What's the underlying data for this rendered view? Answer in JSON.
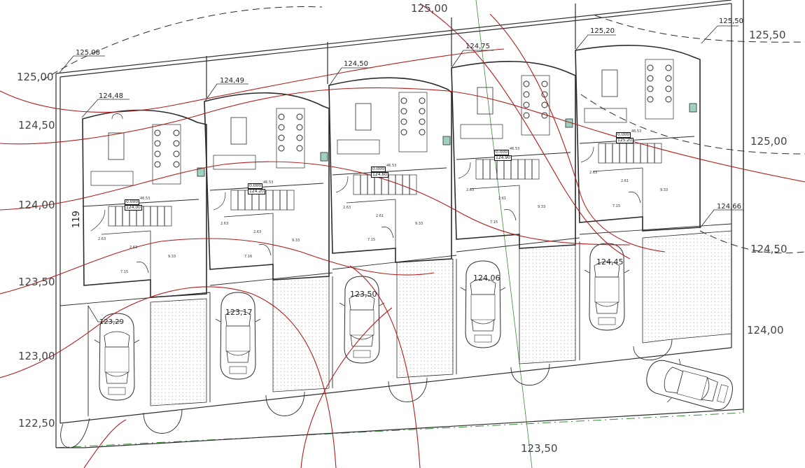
{
  "contour_levels": [
    {
      "name": "contour-label-125-00-top",
      "text": "125,00"
    },
    {
      "name": "contour-label-125-00-left",
      "text": "125,00"
    },
    {
      "name": "contour-label-124-50-left",
      "text": "124,50"
    },
    {
      "name": "contour-label-124-00-left",
      "text": "124,00"
    },
    {
      "name": "contour-label-123-50-left",
      "text": "123,50"
    },
    {
      "name": "contour-label-123-00-left",
      "text": "123,00"
    },
    {
      "name": "contour-label-122-50-left",
      "text": "122,50"
    },
    {
      "name": "contour-label-125-50-right",
      "text": "125,50"
    },
    {
      "name": "contour-label-125-50-callout",
      "text": "125,50"
    },
    {
      "name": "contour-label-125-00-right",
      "text": "125,00"
    },
    {
      "name": "contour-label-124-50-right",
      "text": "124,50"
    },
    {
      "name": "contour-label-124-00-right",
      "text": "124,00"
    },
    {
      "name": "contour-label-123-50-bottom",
      "text": "123,50"
    }
  ],
  "spot_heights": [
    "125,08",
    "124,48",
    "124,49",
    "124,50",
    "124,75",
    "125,20",
    "124,66",
    "123,29"
  ],
  "car_heights": [
    "123,17",
    "123,50",
    "124,06",
    "124,45"
  ],
  "side_dimension": "119",
  "units": [
    {
      "floor_level": "0.000",
      "floor_abs": "124.00",
      "small": "46.53",
      "r1": "2.63",
      "r2": "2.63",
      "r3": "9.33",
      "r4": "7.15"
    },
    {
      "floor_level": "0.000",
      "floor_abs": "124.20",
      "small": "46.53",
      "r1": "2.63",
      "r2": "2.63",
      "r3": "9.33",
      "r4": "7.16"
    },
    {
      "floor_level": "0.000",
      "floor_abs": "124.60",
      "small": "46.53",
      "r1": "2.63",
      "r2": "2.61",
      "r3": "9.33",
      "r4": "7.15"
    },
    {
      "floor_level": "0.000",
      "floor_abs": "124.90",
      "small": "46.53",
      "r1": "2.63",
      "r2": "2.61",
      "r3": "9.33",
      "r4": "7.15"
    },
    {
      "floor_level": "0.000",
      "floor_abs": "125.20",
      "small": "46.53",
      "r1": "2.63",
      "r2": "2.61",
      "r3": "9.33",
      "r4": "7.15"
    }
  ],
  "colors": {
    "linework": "#2b2b2b",
    "contour": "#b01e1e",
    "boundary": "#3a8a3a",
    "hatch": "#cfcfcf"
  }
}
